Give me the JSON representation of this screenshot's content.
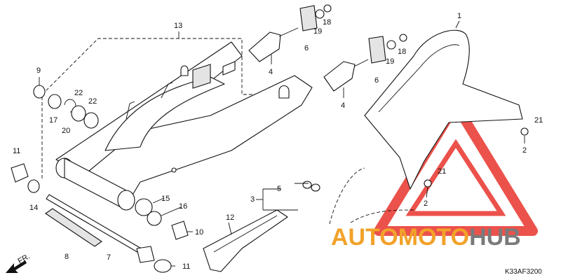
{
  "diagram": {
    "callouts": [
      "1",
      "2",
      "2",
      "3",
      "4",
      "4",
      "5",
      "6",
      "6",
      "7",
      "8",
      "9",
      "10",
      "11",
      "11",
      "12",
      "13",
      "14",
      "15",
      "16",
      "17",
      "18",
      "18",
      "19",
      "19",
      "20",
      "21",
      "21",
      "22",
      "22"
    ],
    "direction_label": "FR.",
    "diagram_code": "K33AF3200",
    "watermark": {
      "brand_part1": "AUTOMOTO",
      "brand_part2": "HUB"
    },
    "colors": {
      "watermark_red": "#e8342c",
      "watermark_orange": "#f2a22a",
      "watermark_gray": "#7a7a7a"
    }
  }
}
